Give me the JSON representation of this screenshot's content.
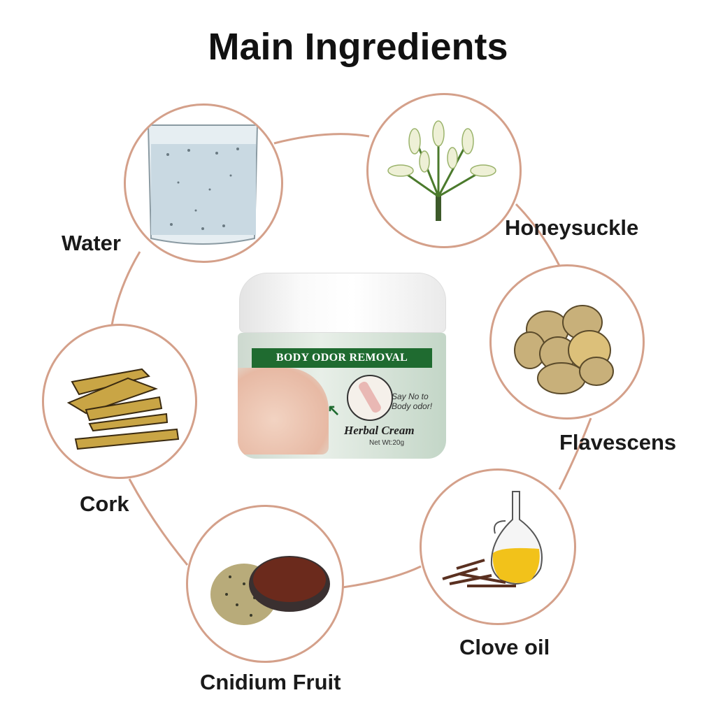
{
  "title": "Main Ingredients",
  "accent_colors": {
    "connector_line": "#d4a08a",
    "label_band": "#1f6b30",
    "jar_body": "#c9dccd"
  },
  "ingredients": [
    {
      "name": "Water",
      "icon": "water-glass-icon"
    },
    {
      "name": "Honeysuckle",
      "icon": "honeysuckle-flower-icon"
    },
    {
      "name": "Flavescens",
      "icon": "flavescens-root-slices-icon"
    },
    {
      "name": "Cork",
      "icon": "cork-bark-icon"
    },
    {
      "name": "Cnidium Fruit",
      "icon": "cnidium-seeds-icon"
    },
    {
      "name": "Clove oil",
      "icon": "clove-oil-bottle-icon"
    }
  ],
  "product": {
    "band_text": "BODY ODOR REMOVAL",
    "slogan_line1": "Say No to",
    "slogan_line2": "Body odor!",
    "product_type": "Herbal Cream",
    "net_weight": "Net Wt:20g"
  }
}
